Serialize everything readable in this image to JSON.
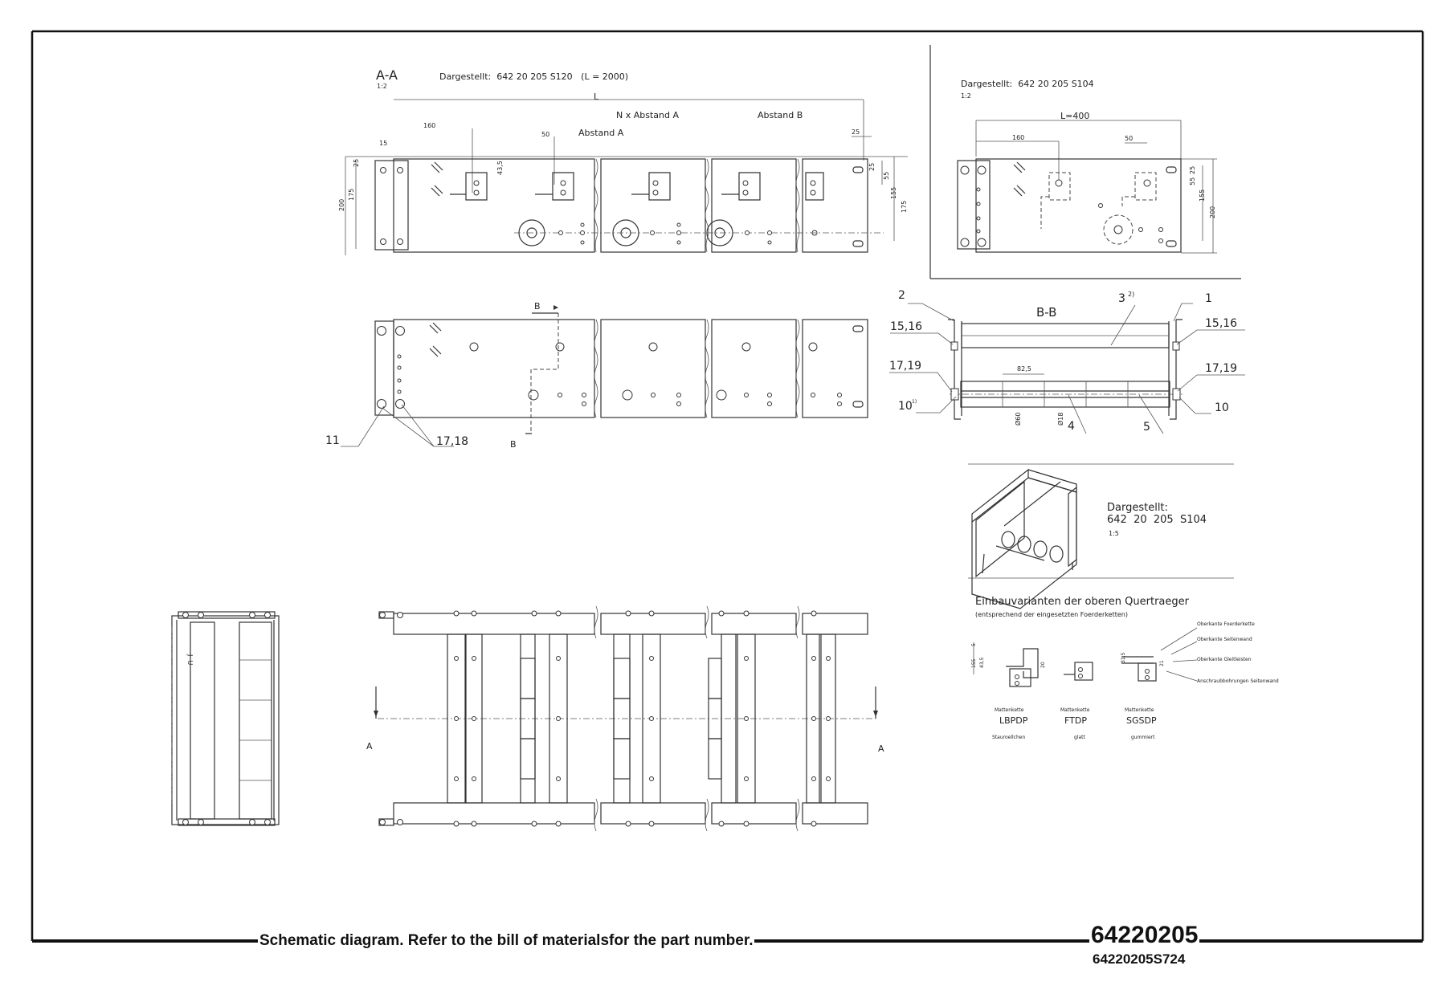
{
  "section_aa": {
    "title": "A-A",
    "scale": "1:2",
    "shown": "Dargestellt:  642 20 205 S120   (L = 2000)",
    "dims": {
      "L": "L",
      "n_abstand_a": "N x Abstand A",
      "abstand_b": "Abstand B",
      "abstand_a": "Abstand A",
      "d160": "160",
      "d50": "50",
      "d15": "15",
      "d25a": "25",
      "d25b": "25",
      "d25c": "25",
      "d43_5": "43,5",
      "d200": "200",
      "d175a": "175",
      "d175b": "175",
      "d55": "55",
      "d155": "155"
    }
  },
  "detail_view": {
    "shown": "Dargestellt:  642 20 205 S104",
    "scale": "1:2",
    "dims": {
      "L400": "L=400",
      "d160": "160",
      "d50": "50",
      "d25": "25",
      "d55": "55",
      "d155": "155",
      "d200": "200"
    }
  },
  "plan_view": {
    "cut_mark": "B",
    "labels": {
      "p11": "11",
      "p17_18": "17,18"
    }
  },
  "section_bb": {
    "title": "B-B",
    "callouts": {
      "c2": "2",
      "c3": "3",
      "c3_note": "2)",
      "c1": "1",
      "c15_16_left": "15,16",
      "c15_16_right": "15,16",
      "c17_19_left": "17,19",
      "c17_19_right": "17,19",
      "c10_left": "10",
      "c10_note": "1)",
      "c10_right": "10",
      "c4": "4",
      "c5": "5",
      "d82_5": "82,5",
      "d60": "Ø60",
      "d18": "Ø18"
    }
  },
  "iso_view": {
    "shown": "Dargestellt:",
    "number": "642  20  205  S104",
    "scale": "1:5"
  },
  "variants": {
    "title": "Einbauvarianten der oberen Quertraeger",
    "subtitle": "(entsprechend der eingesetzten Foerderketten)",
    "dims": {
      "d155": "155",
      "d43_5": "43,5",
      "d5": "5",
      "d20": "20",
      "d31_5": "31,5",
      "d21": "21"
    },
    "chains": [
      {
        "type": "Mattenkette",
        "code": "LBPDP",
        "desc": "Stauroellchen"
      },
      {
        "type": "Mattenkette",
        "code": "FTDP",
        "desc": "glatt"
      },
      {
        "type": "Mattenkette",
        "code": "SGSDP",
        "desc": "gummiert"
      }
    ],
    "notes": {
      "n1": "Oberkante Foerderkette",
      "n2": "Oberkante Seitenwand",
      "n3": "Oberkante Gleitleisten",
      "n4": "Anschraubbohrungen Seitenwand"
    }
  },
  "bottom_view": {
    "cut_mark": "A",
    "side_marks": "J  U"
  },
  "footer": {
    "note": "Schematic diagram. Refer to the bill of materialsfor the part number.",
    "part_number": "64220205",
    "drawing_number": "64220205S724"
  }
}
